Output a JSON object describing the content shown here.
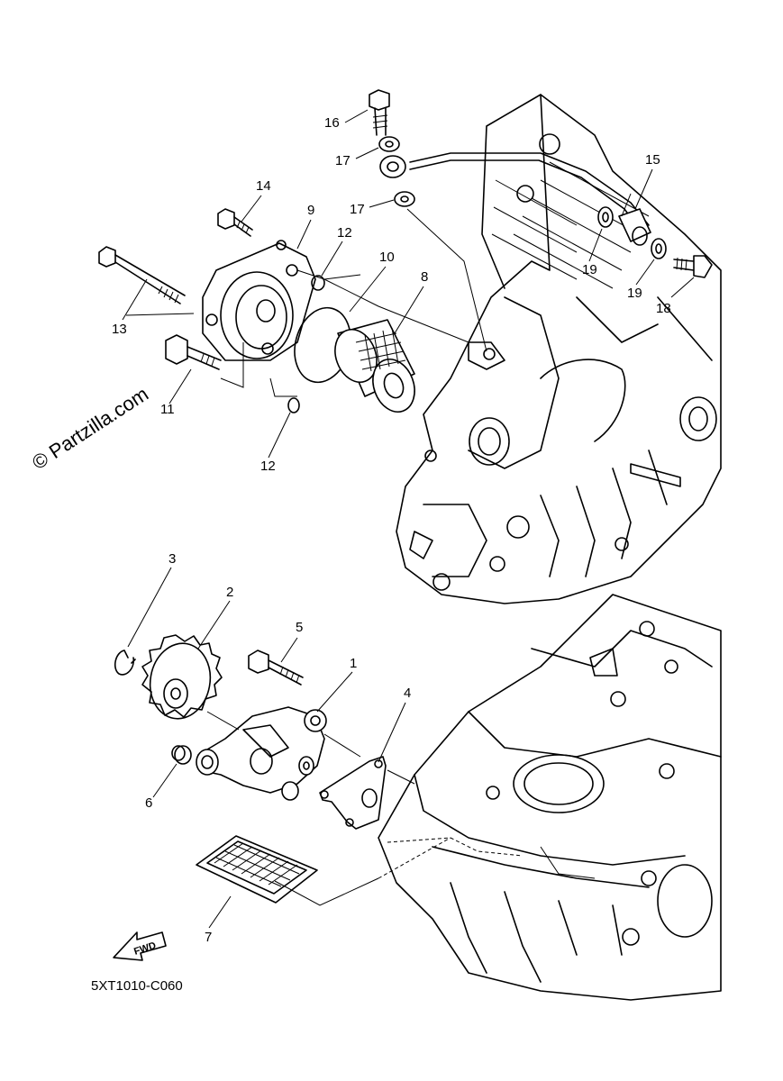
{
  "watermark": "© Partzilla.com",
  "diagram_code": "5XT1010-C060",
  "fwd_label": "FWD",
  "callouts": {
    "c1": "1",
    "c2": "2",
    "c3": "3",
    "c4": "4",
    "c5": "5",
    "c6": "6",
    "c7": "7",
    "c8": "8",
    "c9": "9",
    "c10": "10",
    "c11": "11",
    "c12a": "12",
    "c12b": "12",
    "c13": "13",
    "c14": "14",
    "c15": "15",
    "c16": "16",
    "c17a": "17",
    "c17b": "17",
    "c18": "18",
    "c19a": "19",
    "c19b": "19"
  }
}
